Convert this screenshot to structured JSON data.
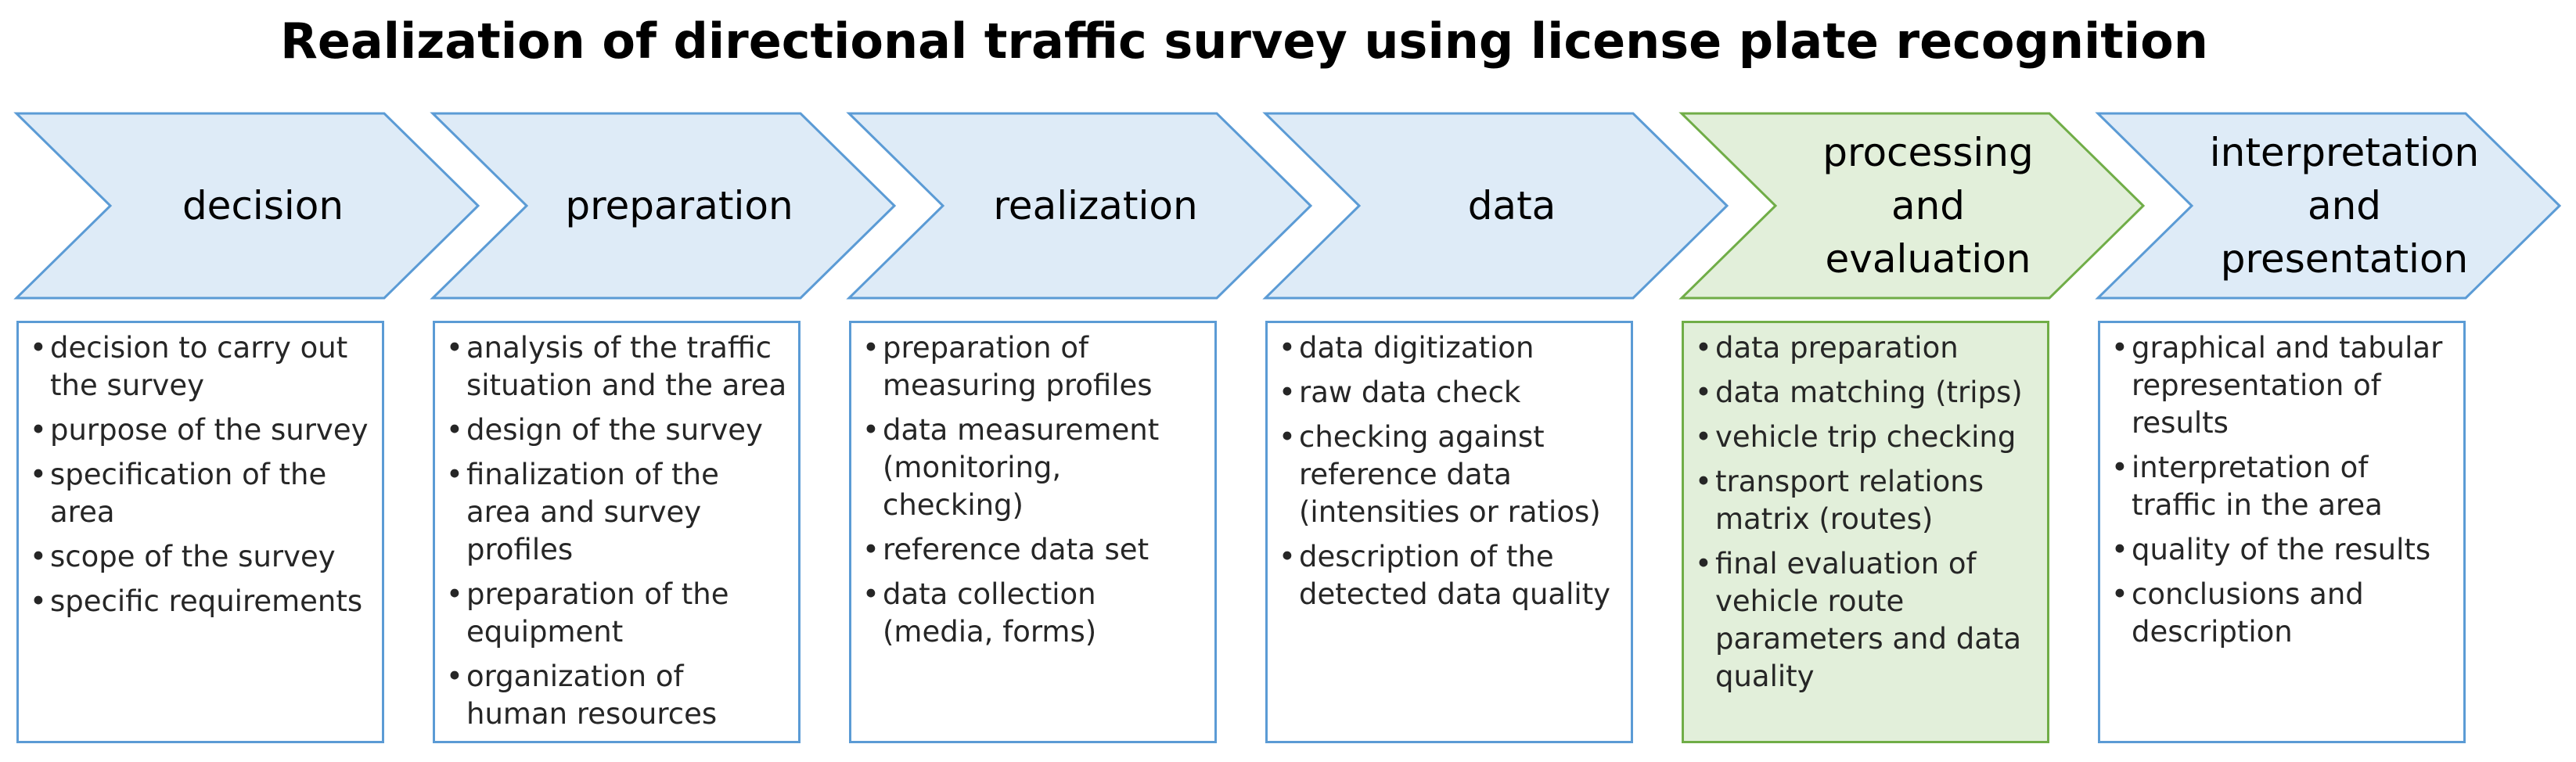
{
  "title": "Realization of directional traffic survey using license plate recognition",
  "colors": {
    "arrow_fill": "#deebf7",
    "arrow_stroke": "#5b9bd5",
    "highlight_fill": "#e2efda",
    "highlight_stroke": "#70ad47"
  },
  "stages": [
    {
      "label": "decision",
      "highlighted": false,
      "items": [
        "decision to carry out the survey",
        "purpose of the survey",
        "specification of the area",
        "scope of the survey",
        "specific requirements"
      ]
    },
    {
      "label": "preparation",
      "highlighted": false,
      "items": [
        "analysis of the traffic situation and the area",
        "design of the survey",
        "finalization of the area and survey profiles",
        "preparation of the equipment",
        "organization of human resources"
      ]
    },
    {
      "label": "realization",
      "highlighted": false,
      "items": [
        "preparation of measuring profiles",
        "data measurement (monitoring, checking)",
        "reference data set",
        "data collection (media, forms)"
      ]
    },
    {
      "label": "data",
      "highlighted": false,
      "items": [
        "data digitization",
        "raw data check",
        "checking against reference data (intensities or ratios)",
        "description of the detected data quality"
      ]
    },
    {
      "label": "processing\nand\nevaluation",
      "highlighted": true,
      "items": [
        "data preparation",
        "data matching (trips)",
        "vehicle trip checking",
        "transport relations matrix (routes)",
        "final evaluation of vehicle route parameters and data quality"
      ]
    },
    {
      "label": "interpretation\nand\npresentation",
      "highlighted": false,
      "items": [
        "graphical and tabular representation of results",
        "interpretation of traffic in the area",
        "quality of the results",
        "conclusions and description"
      ]
    }
  ]
}
